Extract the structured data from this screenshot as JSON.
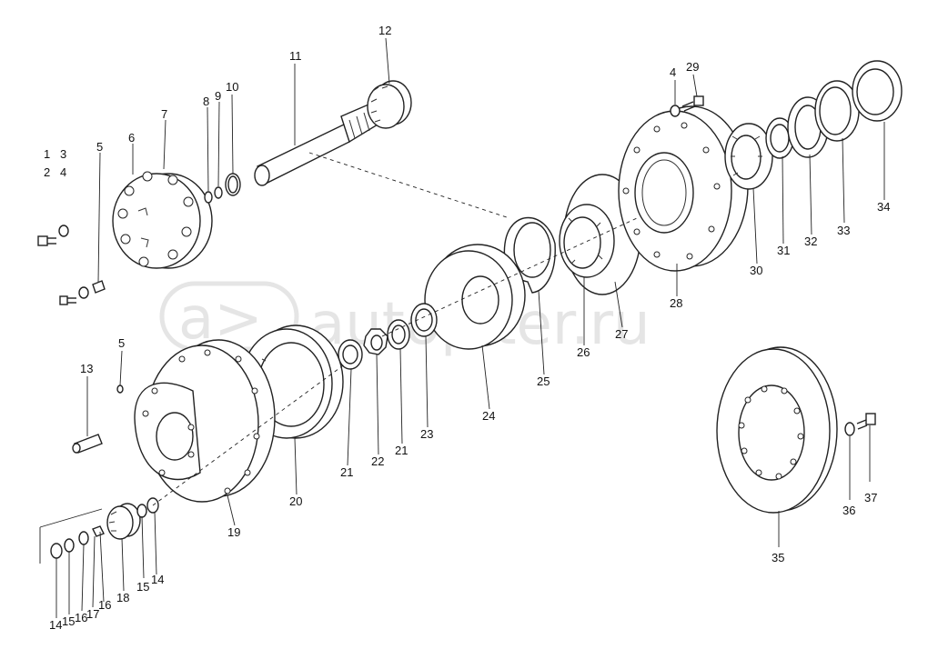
{
  "watermark": {
    "site": "autopiter.ru",
    "logo": "a>"
  },
  "labels": [
    {
      "id": "l-1",
      "text": "1"
    },
    {
      "id": "l-3",
      "text": "3"
    },
    {
      "id": "l-2",
      "text": "2"
    },
    {
      "id": "l-4a",
      "text": "4"
    },
    {
      "id": "l-5a",
      "text": "5"
    },
    {
      "id": "l-6",
      "text": "6"
    },
    {
      "id": "l-7",
      "text": "7"
    },
    {
      "id": "l-8",
      "text": "8"
    },
    {
      "id": "l-9",
      "text": "9"
    },
    {
      "id": "l-10",
      "text": "10"
    },
    {
      "id": "l-11",
      "text": "11"
    },
    {
      "id": "l-12",
      "text": "12"
    },
    {
      "id": "l-4b",
      "text": "4"
    },
    {
      "id": "l-29",
      "text": "29"
    },
    {
      "id": "l-13",
      "text": "13"
    },
    {
      "id": "l-5b",
      "text": "5"
    },
    {
      "id": "l-34",
      "text": "34"
    },
    {
      "id": "l-33",
      "text": "33"
    },
    {
      "id": "l-32",
      "text": "32"
    },
    {
      "id": "l-31",
      "text": "31"
    },
    {
      "id": "l-30",
      "text": "30"
    },
    {
      "id": "l-28",
      "text": "28"
    },
    {
      "id": "l-27",
      "text": "27"
    },
    {
      "id": "l-26",
      "text": "26"
    },
    {
      "id": "l-25",
      "text": "25"
    },
    {
      "id": "l-24",
      "text": "24"
    },
    {
      "id": "l-23",
      "text": "23"
    },
    {
      "id": "l-21a",
      "text": "21"
    },
    {
      "id": "l-22",
      "text": "22"
    },
    {
      "id": "l-21b",
      "text": "21"
    },
    {
      "id": "l-20",
      "text": "20"
    },
    {
      "id": "l-19",
      "text": "19"
    },
    {
      "id": "l-18",
      "text": "18"
    },
    {
      "id": "l-15b",
      "text": "15"
    },
    {
      "id": "l-14b",
      "text": "14"
    },
    {
      "id": "l-14a",
      "text": "14"
    },
    {
      "id": "l-15a",
      "text": "15"
    },
    {
      "id": "l-16a",
      "text": "16"
    },
    {
      "id": "l-17",
      "text": "17"
    },
    {
      "id": "l-16b",
      "text": "16"
    },
    {
      "id": "l-35",
      "text": "35"
    },
    {
      "id": "l-36",
      "text": "36"
    },
    {
      "id": "l-37",
      "text": "37"
    }
  ]
}
